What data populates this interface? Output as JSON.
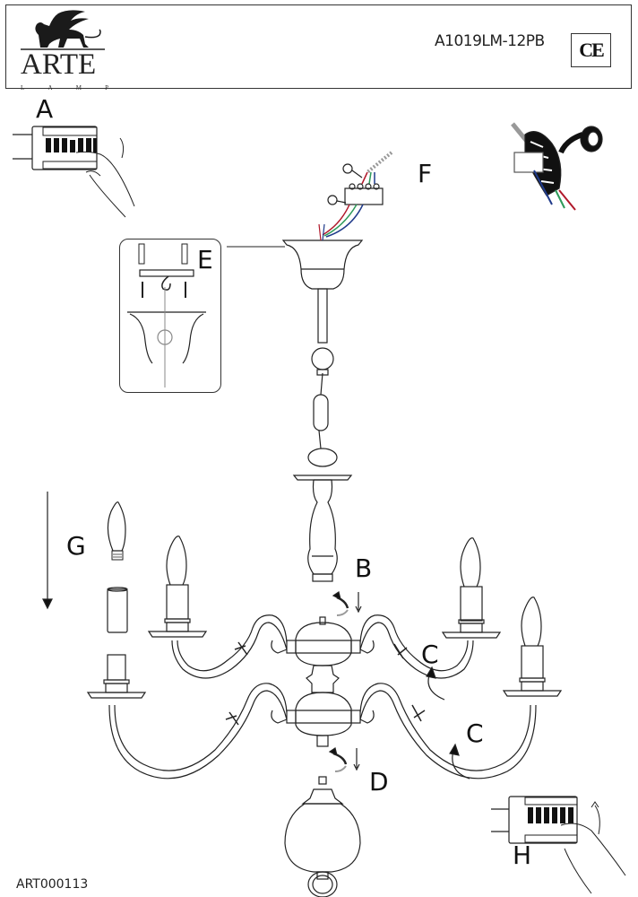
{
  "header": {
    "brand": "ARTE",
    "brand_sub": [
      "L",
      "A",
      "M",
      "P"
    ],
    "model": "A1019LM-12PB",
    "certification": "CE"
  },
  "steps": {
    "A": "A",
    "B": "B",
    "C1": "C",
    "C2": "C",
    "D": "D",
    "E": "E",
    "F": "F",
    "G": "G",
    "H": "H"
  },
  "step_meaning": {
    "A": "switch off circuit breaker",
    "B": "attach arm body to stem",
    "C": "insert arms",
    "D": "screw on bottom finial",
    "E": "mount ceiling hook and canopy",
    "F": "connect wires to terminal block and insulate",
    "G": "install candle sleeves and bulbs",
    "H": "switch circuit breaker on"
  },
  "icons": {
    "logo": "winged-lion-icon",
    "ground": "ground-symbol-icon",
    "tape": "insulating-tape-icon"
  },
  "colors": {
    "wire_live": "#b0182a",
    "wire_neutral": "#1f3a8a",
    "wire_ground": "#2e9a5a",
    "line": "#222222"
  },
  "footer": {
    "code": "ART000113"
  }
}
